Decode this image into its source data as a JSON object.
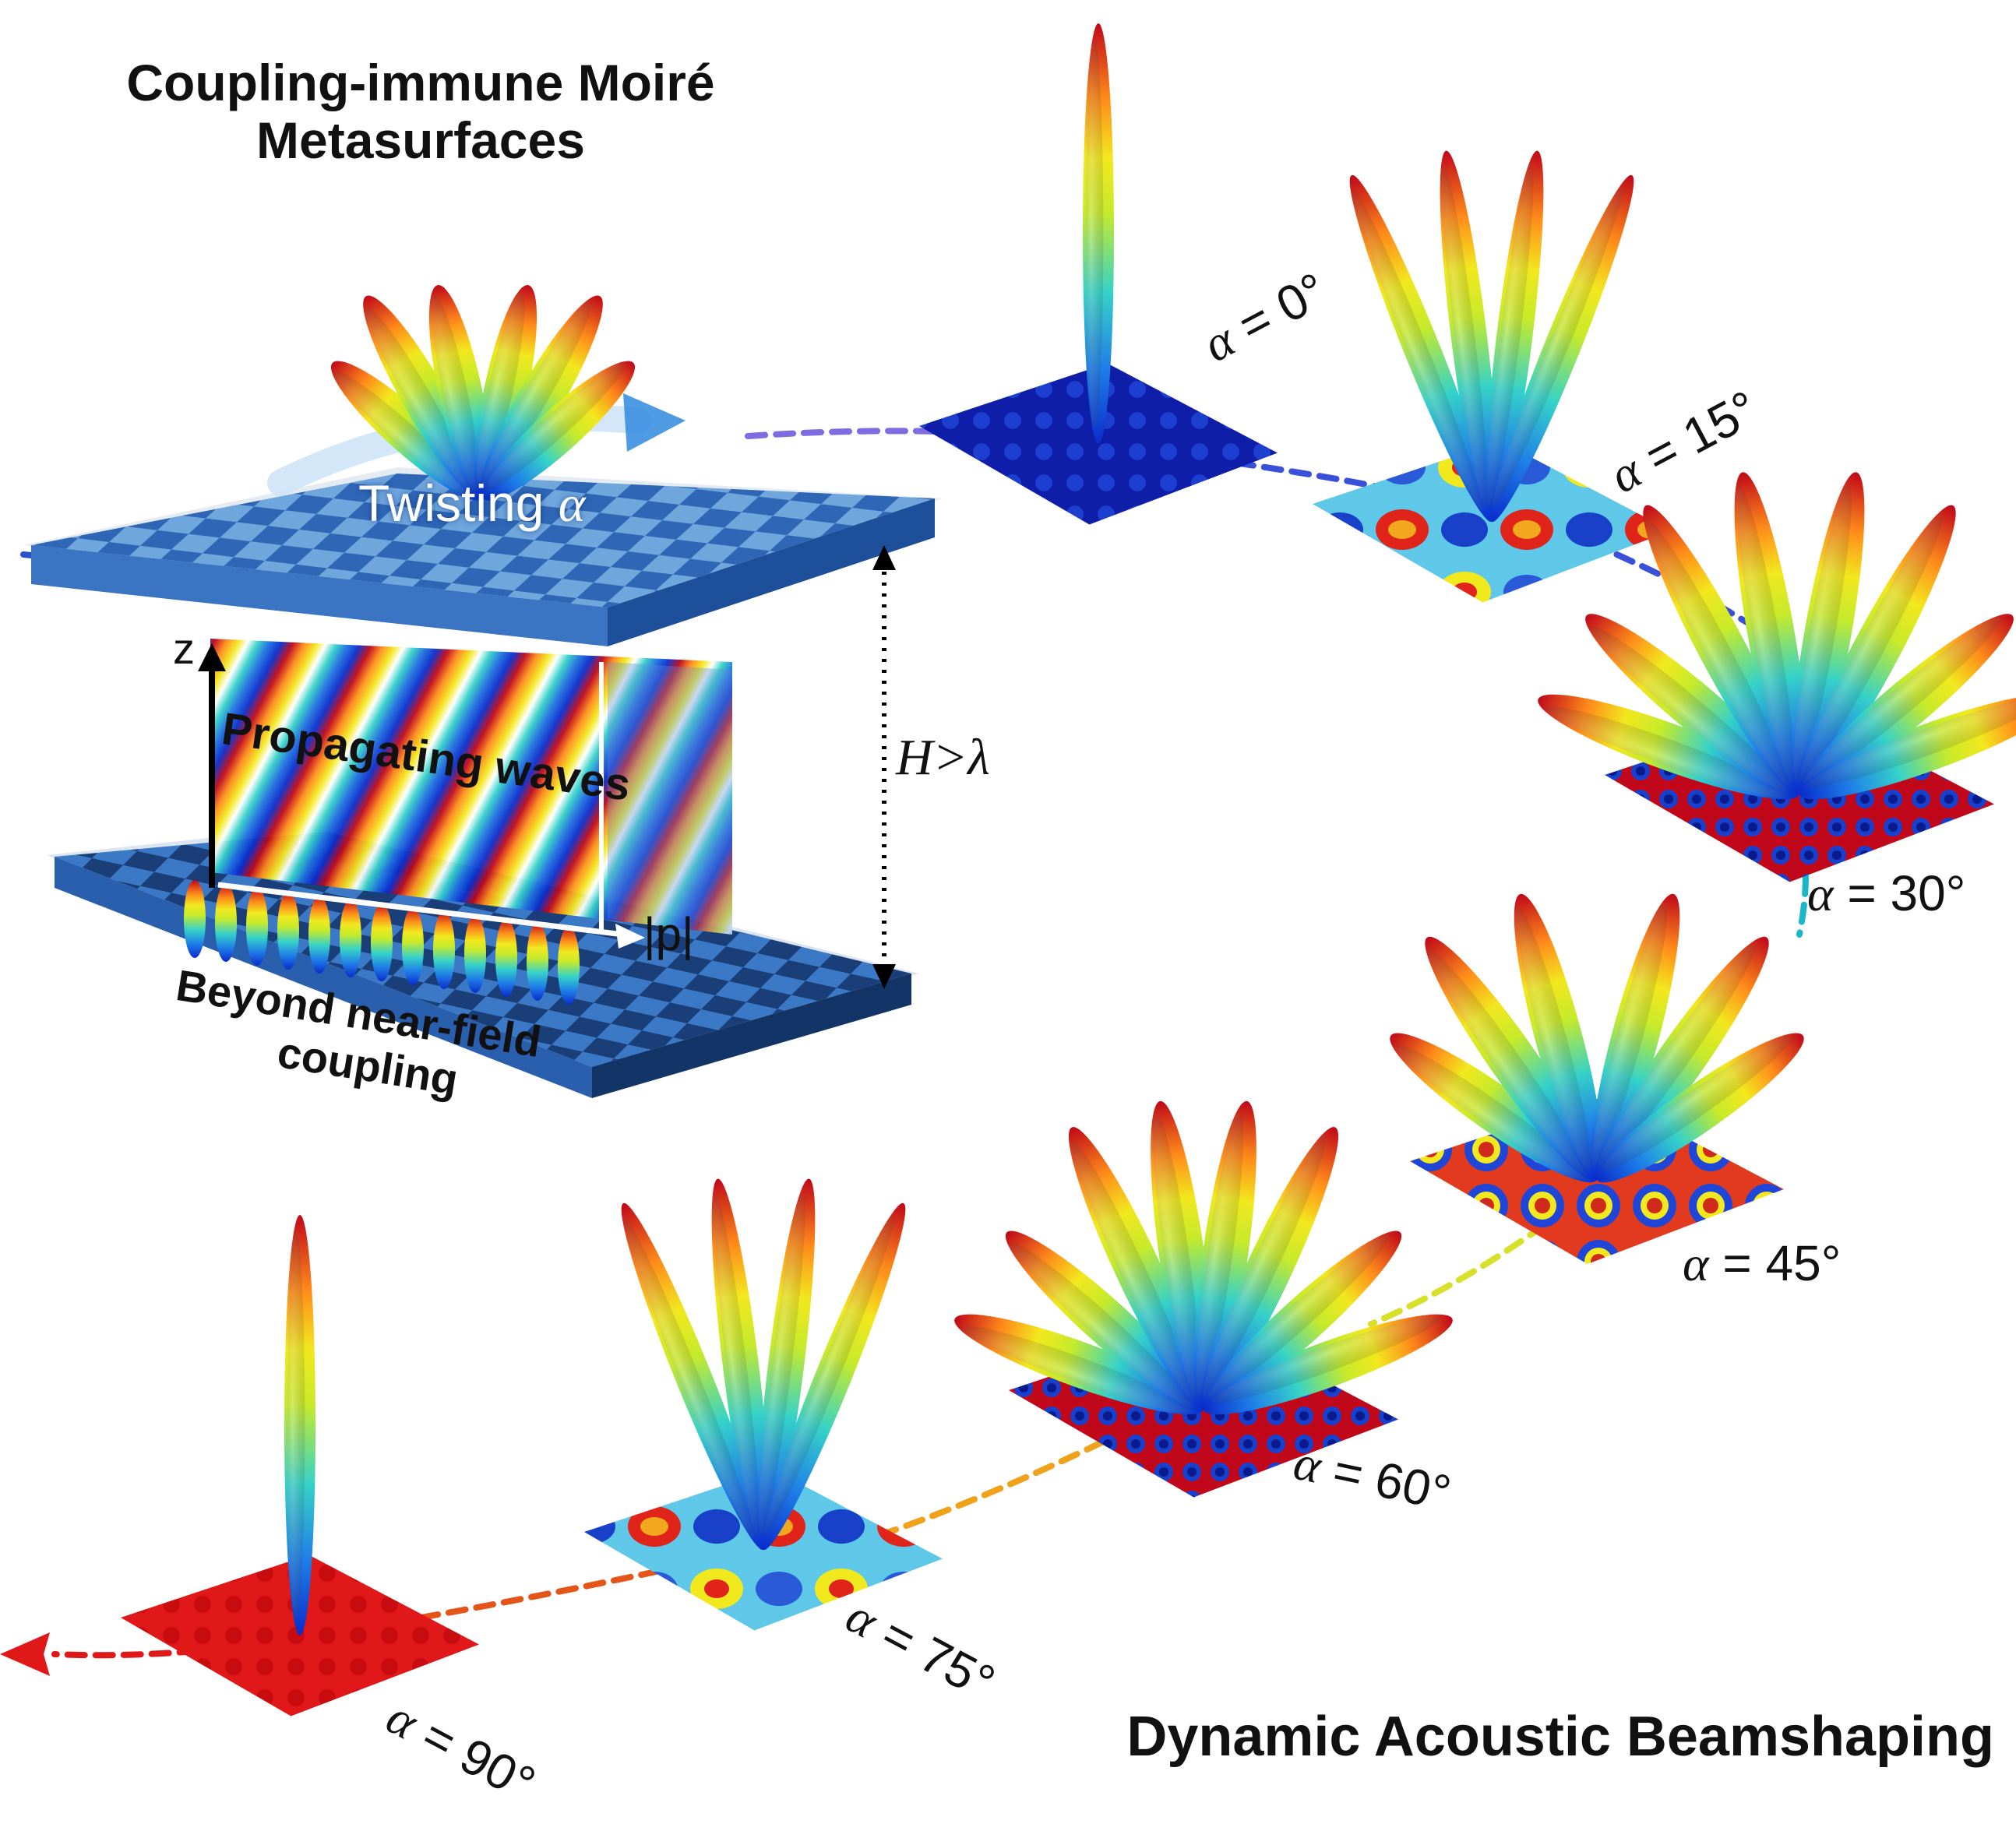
{
  "title_line1": "Coupling-immune Moiré",
  "title_line2": "Metasurfaces",
  "bottom_title": "Dynamic Acoustic Beamshaping",
  "labels": {
    "twisting_text": "Twisting ",
    "twisting_sym": "α",
    "height": "H>λ",
    "z_axis": "z",
    "pressure": "|p|",
    "propagating": "Propagating waves",
    "beyond_line1": "Beyond near-field",
    "beyond_line2": "coupling"
  },
  "angle_symbol": "α",
  "angles": [
    {
      "id": "a0",
      "text": "= 0°",
      "lobes": 1,
      "map": "blue"
    },
    {
      "id": "a15",
      "text": "= 15°",
      "lobes": 4,
      "map": "mixed"
    },
    {
      "id": "a30",
      "text": "= 30°",
      "lobes": 8,
      "map": "dots"
    },
    {
      "id": "a45",
      "text": "= 45°",
      "lobes": 6,
      "map": "rings"
    },
    {
      "id": "a60",
      "text": "= 60°",
      "lobes": 8,
      "map": "dots"
    },
    {
      "id": "a75",
      "text": "= 75°",
      "lobes": 4,
      "map": "mixed"
    },
    {
      "id": "a90",
      "text": "= 90°",
      "lobes": 1,
      "map": "red"
    }
  ],
  "colors": {
    "jet_top": "#c0081a",
    "jet_upper": "#ff8c1a",
    "jet_mid": "#f2e81e",
    "jet_low": "#35d2c8",
    "jet_base": "#0a2ccc",
    "tile_light": "#5b97d6",
    "tile_dark": "#2a5fae"
  }
}
